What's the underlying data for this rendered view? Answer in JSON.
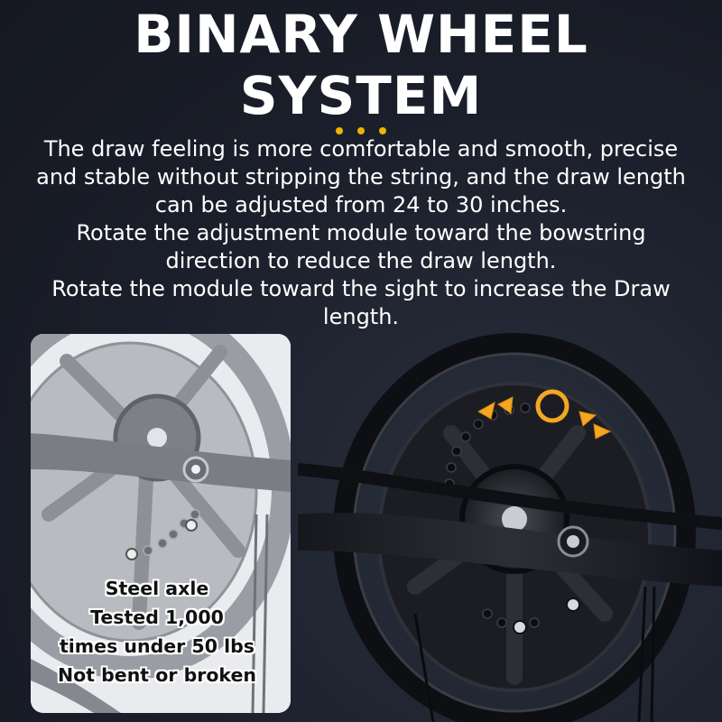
{
  "header": {
    "title_line1": "BINARY WHEEL",
    "title_line2": "SYSTEM"
  },
  "description": {
    "line1": "The draw feeling is more comfortable and smooth, precise",
    "line2": "and stable without stripping the string, and the draw length",
    "line3": "can be adjusted from 24 to 30 inches.",
    "line4": "Rotate the adjustment module toward the bowstring",
    "line5": "direction to reduce the draw length.",
    "line6": "Rotate the module toward the sight to increase the Draw",
    "line7": "length."
  },
  "inset": {
    "caption_line1": "Steel axle",
    "caption_line2": "Tested 1,000",
    "caption_line3": "times under 50 lbs",
    "caption_line4": "Not bent or broken"
  },
  "colors": {
    "background": "#1e2230",
    "accent": "#f0b400",
    "arrow": "#f5a623",
    "text": "#ffffff"
  }
}
